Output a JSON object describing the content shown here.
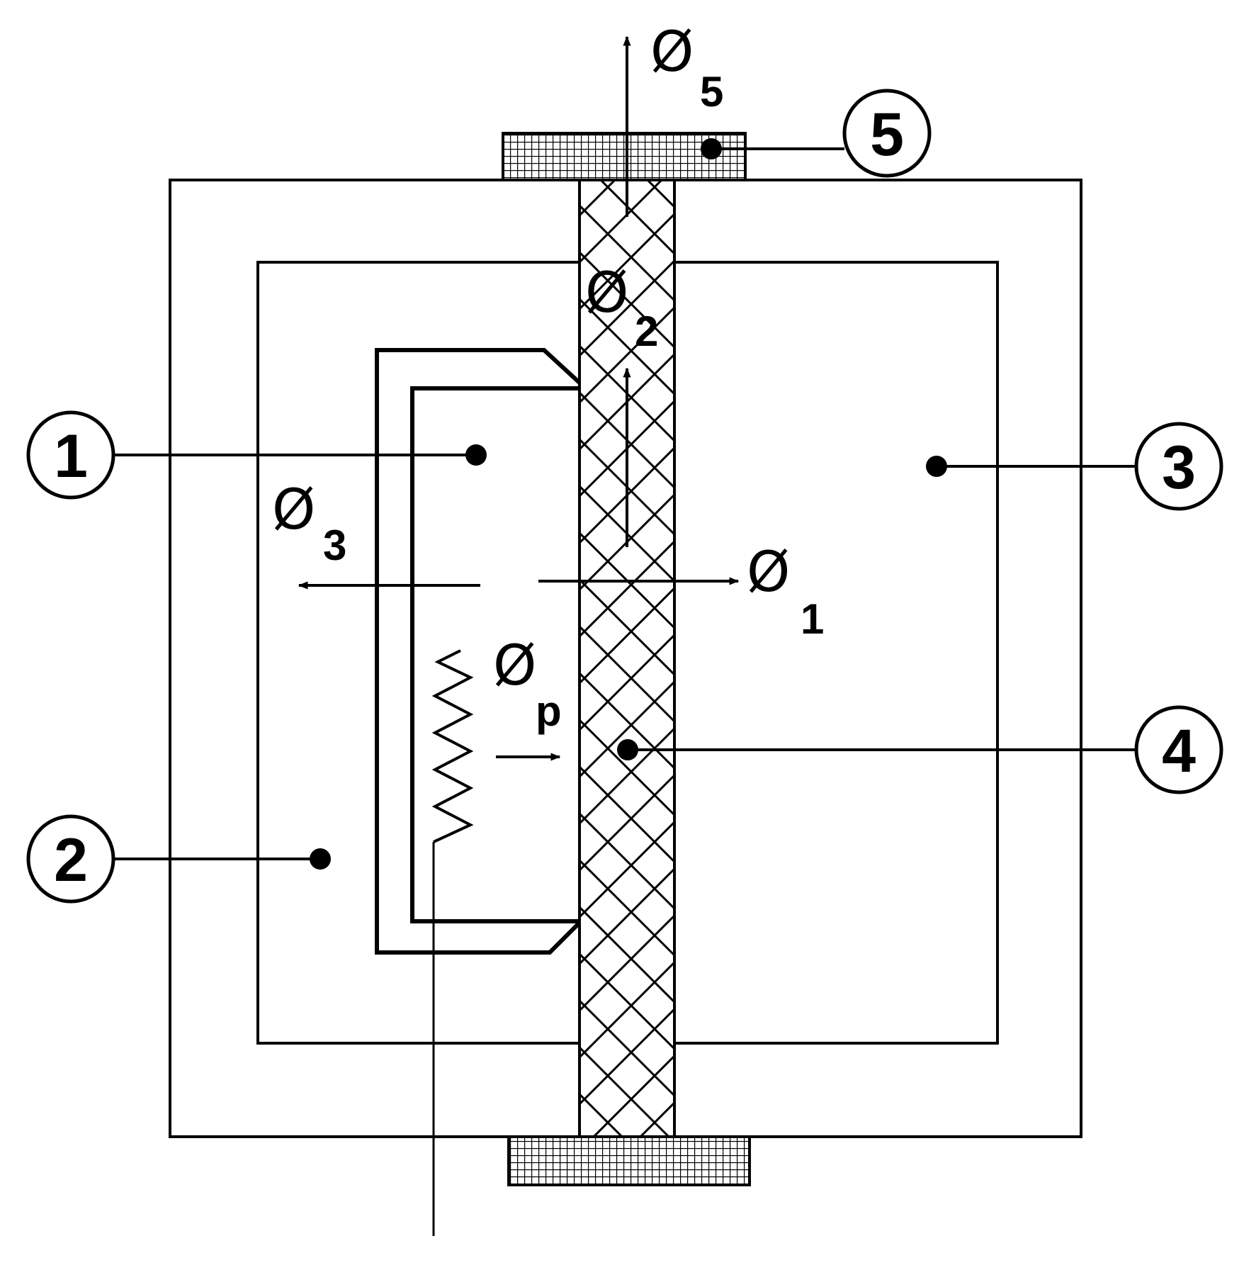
{
  "callouts": [
    {
      "id": "1",
      "label": "1"
    },
    {
      "id": "2",
      "label": "2"
    },
    {
      "id": "3",
      "label": "3"
    },
    {
      "id": "4",
      "label": "4"
    },
    {
      "id": "5",
      "label": "5"
    }
  ],
  "fluxes": {
    "phi1": {
      "symbol": "Ø",
      "subscript": "1"
    },
    "phi2": {
      "symbol": "Ø",
      "subscript": "2"
    },
    "phi3": {
      "symbol": "Ø",
      "subscript": "3"
    },
    "phi5": {
      "symbol": "Ø",
      "subscript": "5"
    },
    "phip": {
      "symbol": "Ø",
      "subscript": "p"
    }
  },
  "colors": {
    "ink": "#000000",
    "paper": "#ffffff"
  }
}
